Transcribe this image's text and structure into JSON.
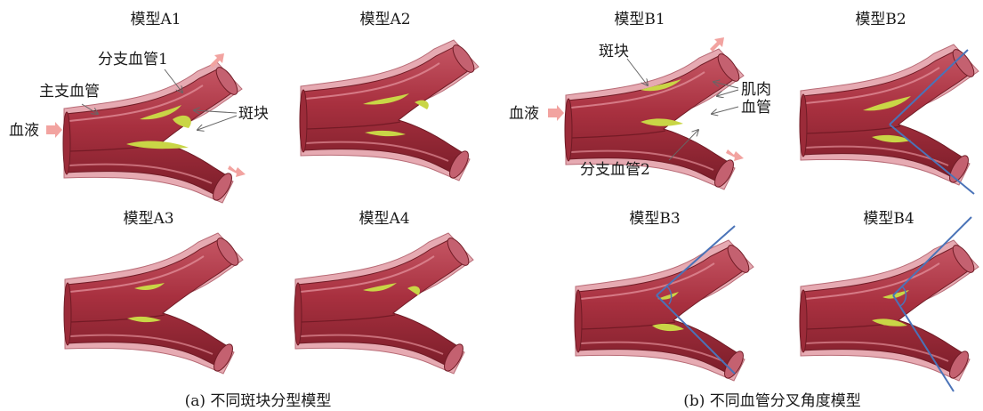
{
  "panels": {
    "A1": {
      "title": "模型A1"
    },
    "A2": {
      "title": "模型A2"
    },
    "A3": {
      "title": "模型A3"
    },
    "A4": {
      "title": "模型A4"
    },
    "B1": {
      "title": "模型B1"
    },
    "B2": {
      "title": "模型B2"
    },
    "B3": {
      "title": "模型B3"
    },
    "B4": {
      "title": "模型B4"
    }
  },
  "annotations": {
    "blood_left": "血液",
    "main_vessel": "主支血管",
    "branch_vessel_1": "分支血管1",
    "plaque_a": "斑块",
    "blood_right": "血液",
    "plaque_b": "斑块",
    "muscle": "肌肉",
    "vessel": "血管",
    "branch_vessel_2": "分支血管2"
  },
  "captions": {
    "a": "(a) 不同斑块分型模型",
    "b": "(b) 不同血管分叉角度模型"
  },
  "colors": {
    "vessel_dark": "#8a2431",
    "vessel_mid": "#b23a48",
    "vessel_light": "#d7848f",
    "muscle_outer": "#e8b3b9",
    "plaque": "#c9d646",
    "flow_arrow": "#f2a3a0",
    "angle_line": "#4a73b8"
  }
}
